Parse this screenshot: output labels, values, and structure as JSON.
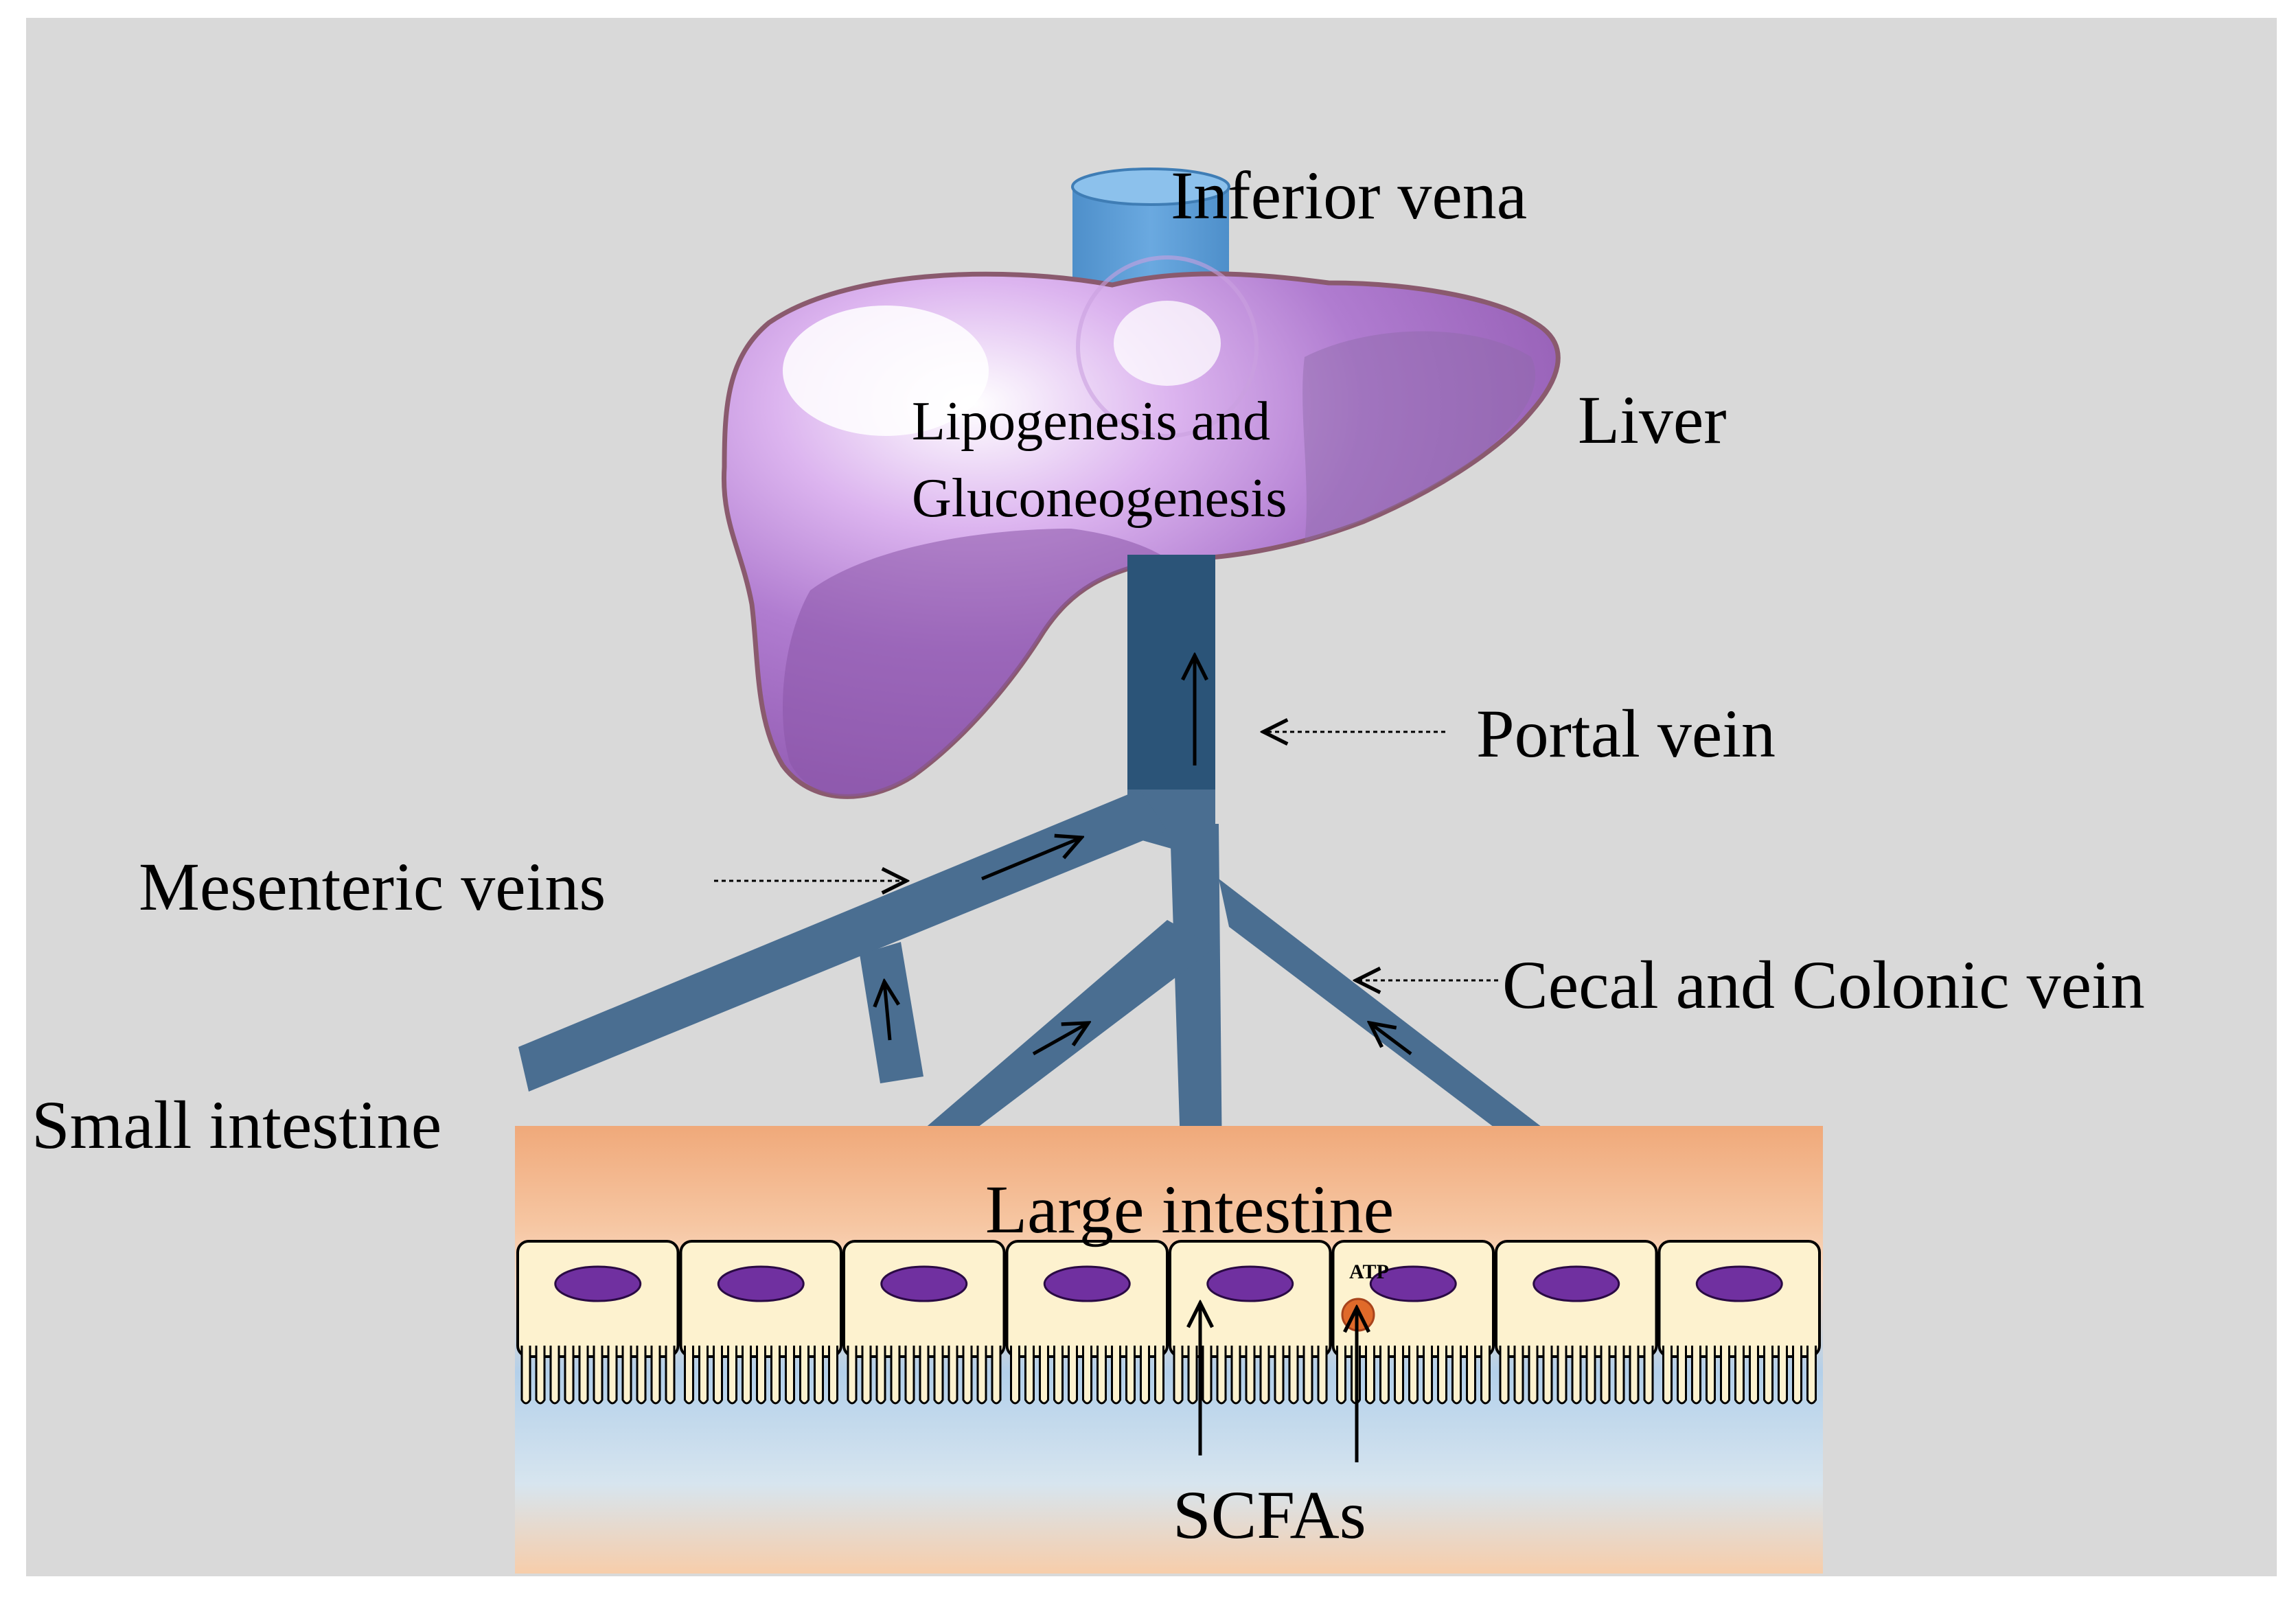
{
  "labels": {
    "inferior_vena": "Inferior vena",
    "liver": "Liver",
    "liver_process_line1": "Lipogenesis and",
    "liver_process_line2": "Gluconeogenesis",
    "portal_vein": "Portal vein",
    "mesenteric_veins": "Mesenteric veins",
    "cecal_colonic_vein": "Cecal and Colonic vein",
    "small_intestine": "Small intestine",
    "large_intestine": "Large intestine",
    "atp": "ATP",
    "scfas": "SCFAs"
  },
  "colors": {
    "background": "#d9d9d9",
    "vena": "#5b9bd5",
    "liver": "#a66fc4",
    "vein": "#4a6e91",
    "portal": "#2b5478",
    "cell": "#fdf2cf",
    "nucleus": "#7030a0",
    "intestine_top": "#f0a97a",
    "lumen": "#b3d0ea",
    "atp": "#e06a2a"
  }
}
